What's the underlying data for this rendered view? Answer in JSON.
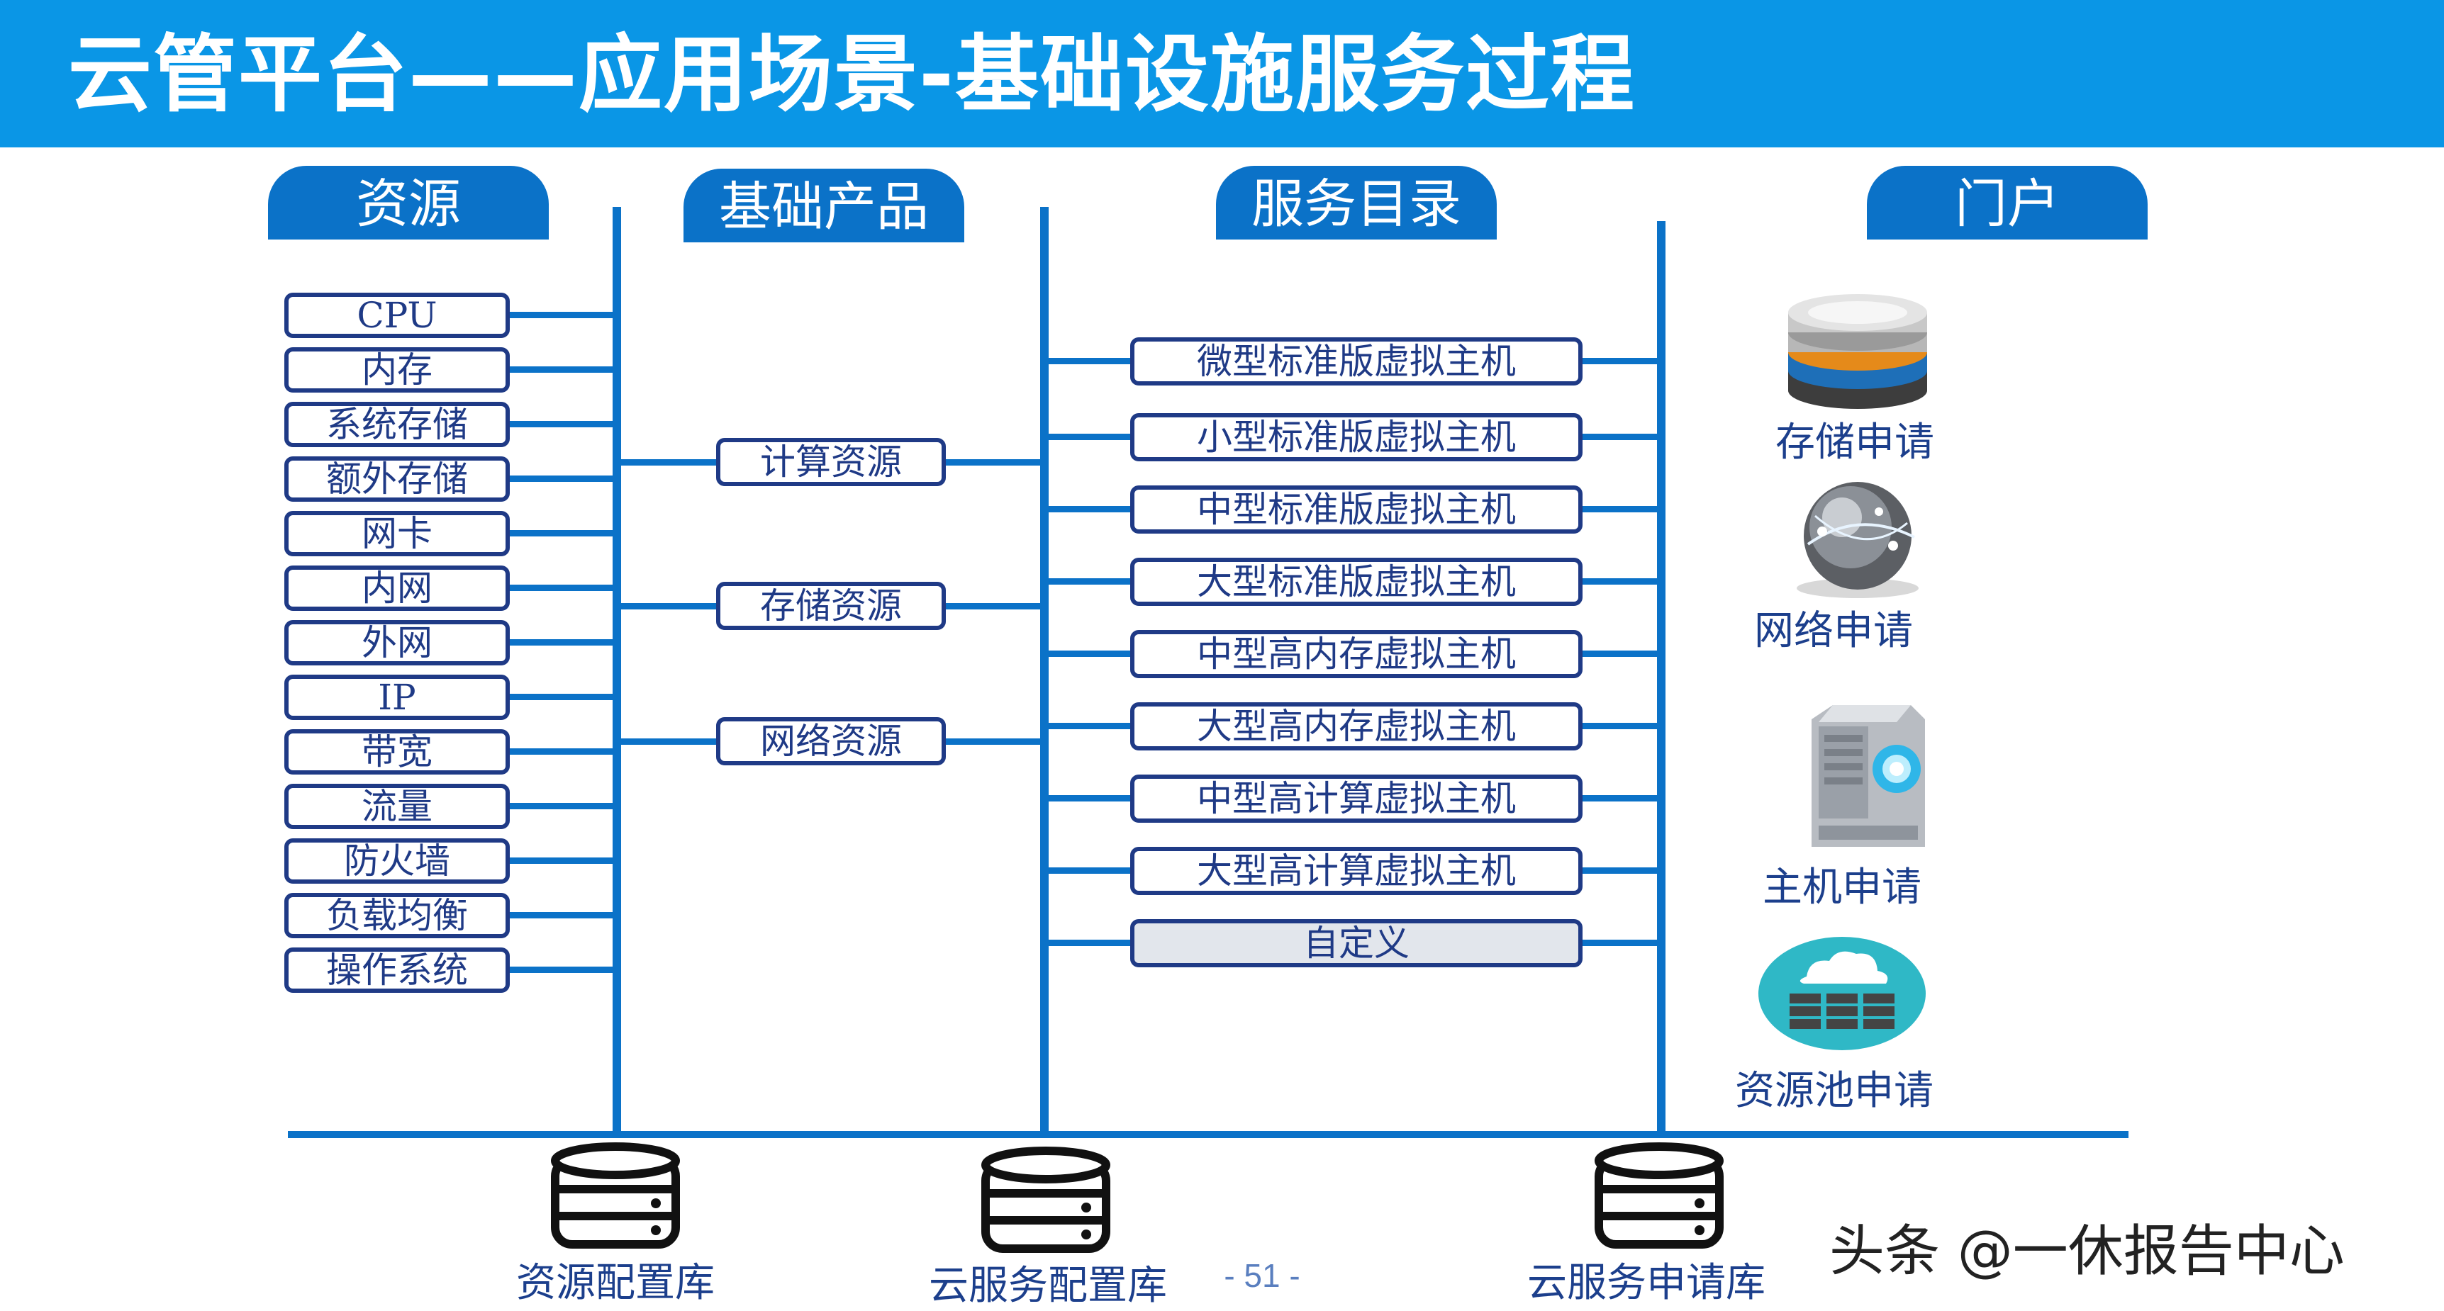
{
  "title": "云管平台——应用场景-基础设施服务过程",
  "columns": {
    "resources": "资源",
    "products": "基础产品",
    "catalog": "服务目录",
    "portal": "门户"
  },
  "resources": [
    "CPU",
    "内存",
    "系统存储",
    "额外存储",
    "网卡",
    "内网",
    "外网",
    "IP",
    "带宽",
    "流量",
    "防火墙",
    "负载均衡",
    "操作系统"
  ],
  "products": [
    "计算资源",
    "存储资源",
    "网络资源"
  ],
  "catalog": [
    "微型标准版虚拟主机",
    "小型标准版虚拟主机",
    "中型标准版虚拟主机",
    "大型标准版虚拟主机",
    "中型高内存虚拟主机",
    "大型高内存虚拟主机",
    "中型高计算虚拟主机",
    "大型高计算虚拟主机",
    "自定义"
  ],
  "portal": [
    {
      "label": "存储申请",
      "icon": "storage-disk-icon"
    },
    {
      "label": "网络申请",
      "icon": "globe-network-icon"
    },
    {
      "label": "主机申请",
      "icon": "server-host-icon"
    },
    {
      "label": "资源池申请",
      "icon": "cloud-pool-icon"
    }
  ],
  "databases": [
    "资源配置库",
    "云服务配置库",
    "云服务申请库"
  ],
  "page_number": "- 51 -",
  "watermark": "头条 @一休报告中心",
  "colors": {
    "title_bar": "#0a96e6",
    "accent": "#0b72c8",
    "box_border": "#1f3a86",
    "text": "#1c3f8c"
  }
}
